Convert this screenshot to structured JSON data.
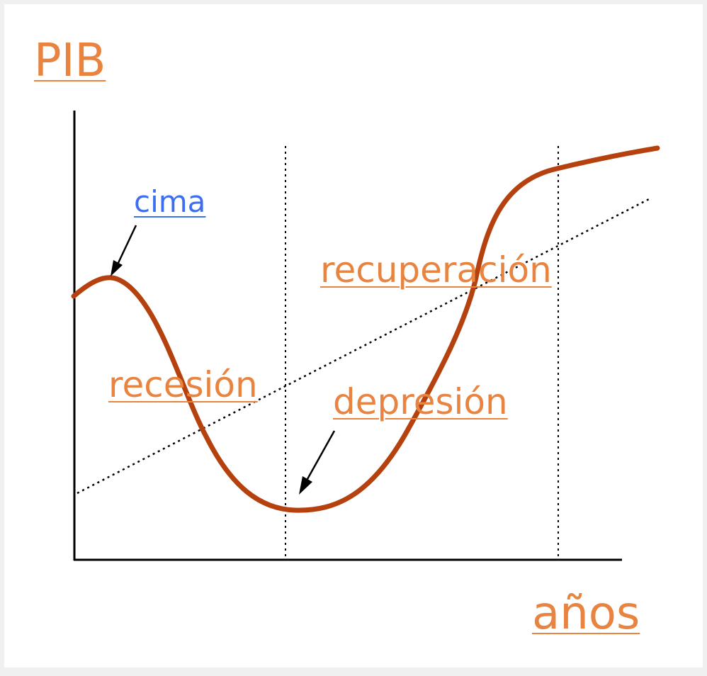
{
  "labels": {
    "y_axis": "PIB",
    "x_axis": "años",
    "peak": "cima",
    "recession": "recesión",
    "depression": "depresión",
    "recovery": "recuperación"
  },
  "colors": {
    "curve": "#b5410f",
    "label_orange": "#e8843f",
    "label_blue": "#3d6ef0",
    "axis": "#000000",
    "background": "#ffffff"
  }
}
